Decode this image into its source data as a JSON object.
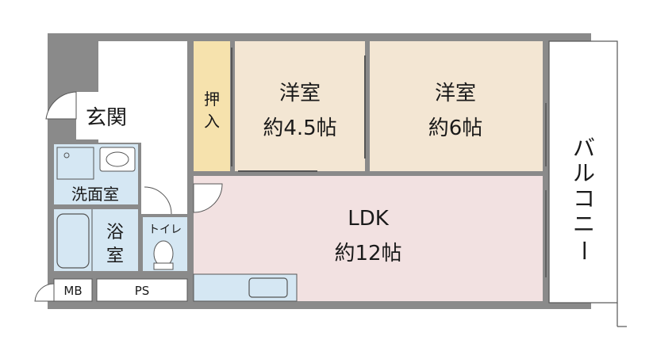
{
  "rooms": {
    "entrance": "玄関",
    "closet_line1": "押",
    "closet_line2": "入",
    "western1_name": "洋室",
    "western1_size": "約4.5帖",
    "western2_name": "洋室",
    "western2_size": "約6帖",
    "ldk_name": "LDK",
    "ldk_size": "約12帖",
    "washroom": "洗面室",
    "bath_line1": "浴",
    "bath_line2": "室",
    "toilet": "トイレ",
    "mb": "MB",
    "ps": "PS",
    "balcony_chars": [
      "バ",
      "ル",
      "コ",
      "ニ",
      "ー"
    ]
  },
  "colors": {
    "wall": "#8a8a8a",
    "western_floor": "#f3e6d3",
    "closet_floor": "#f6e2ad",
    "ldk_floor": "#f2e1e1",
    "wet_floor": "#d5e7f3",
    "outline": "#555555"
  }
}
